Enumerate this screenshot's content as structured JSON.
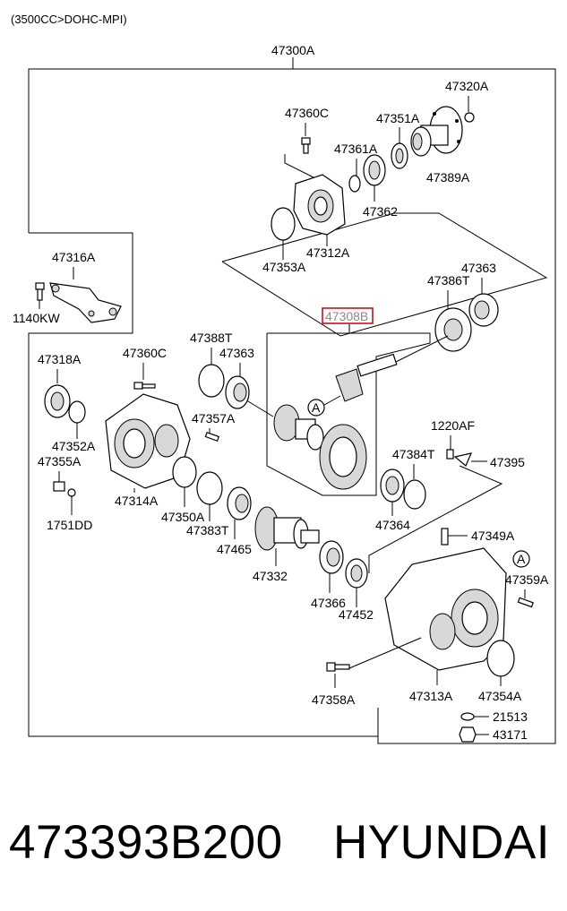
{
  "header": {
    "engine_note": "(3500CC>DOHC-MPI)"
  },
  "footer": {
    "part_number": "473393B200",
    "brand": "HYUNDAI"
  },
  "callouts": {
    "a1": "A",
    "a2": "A"
  },
  "parts": {
    "p47300A": "47300A",
    "p47320A": "47320A",
    "p47360C_top": "47360C",
    "p47351A": "47351A",
    "p47361A": "47361A",
    "p47389A": "47389A",
    "p47362": "47362",
    "p47312A": "47312A",
    "p47353A": "47353A",
    "p47316A": "47316A",
    "p1140KW": "1140KW",
    "p47363_top": "47363",
    "p47386T": "47386T",
    "p47308B": "47308B",
    "p47388T": "47388T",
    "p47318A": "47318A",
    "p47360C_mid": "47360C",
    "p47363_mid": "47363",
    "p47357A": "47357A",
    "p1220AF": "1220AF",
    "p47352A": "47352A",
    "p47355A": "47355A",
    "p47384T": "47384T",
    "p47395": "47395",
    "p47314A": "47314A",
    "p47350A": "47350A",
    "p47383T": "47383T",
    "p1751DD": "1751DD",
    "p47364": "47364",
    "p47465": "47465",
    "p47349A": "47349A",
    "p47332": "47332",
    "p47359A": "47359A",
    "p47366": "47366",
    "p47452": "47452",
    "p47358A": "47358A",
    "p47313A": "47313A",
    "p47354A": "47354A",
    "p21513": "21513",
    "p43171": "43171"
  }
}
